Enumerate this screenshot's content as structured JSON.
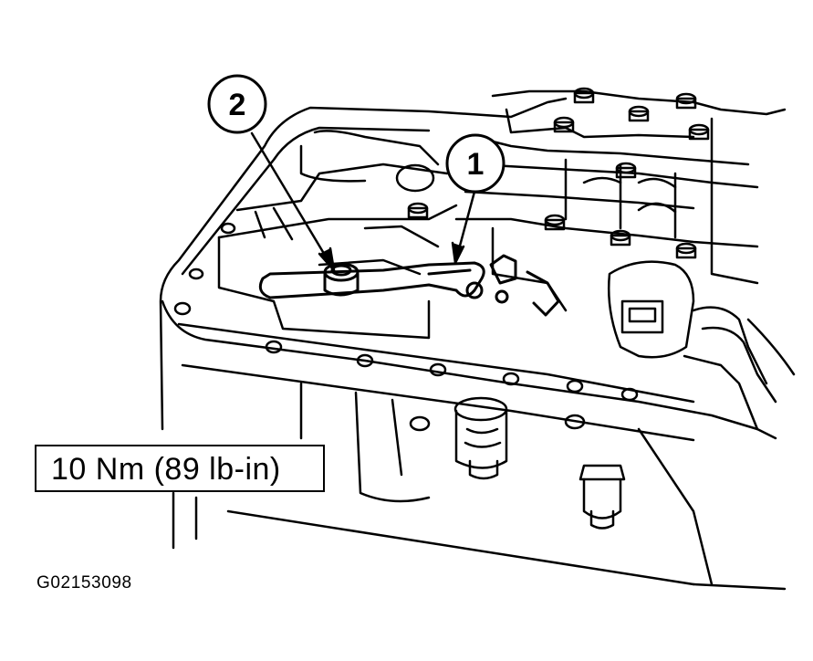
{
  "callouts": [
    {
      "number": "1"
    },
    {
      "number": "2"
    }
  ],
  "torque_spec": "10 Nm (89 lb-in)",
  "figure_id": "G02153098"
}
